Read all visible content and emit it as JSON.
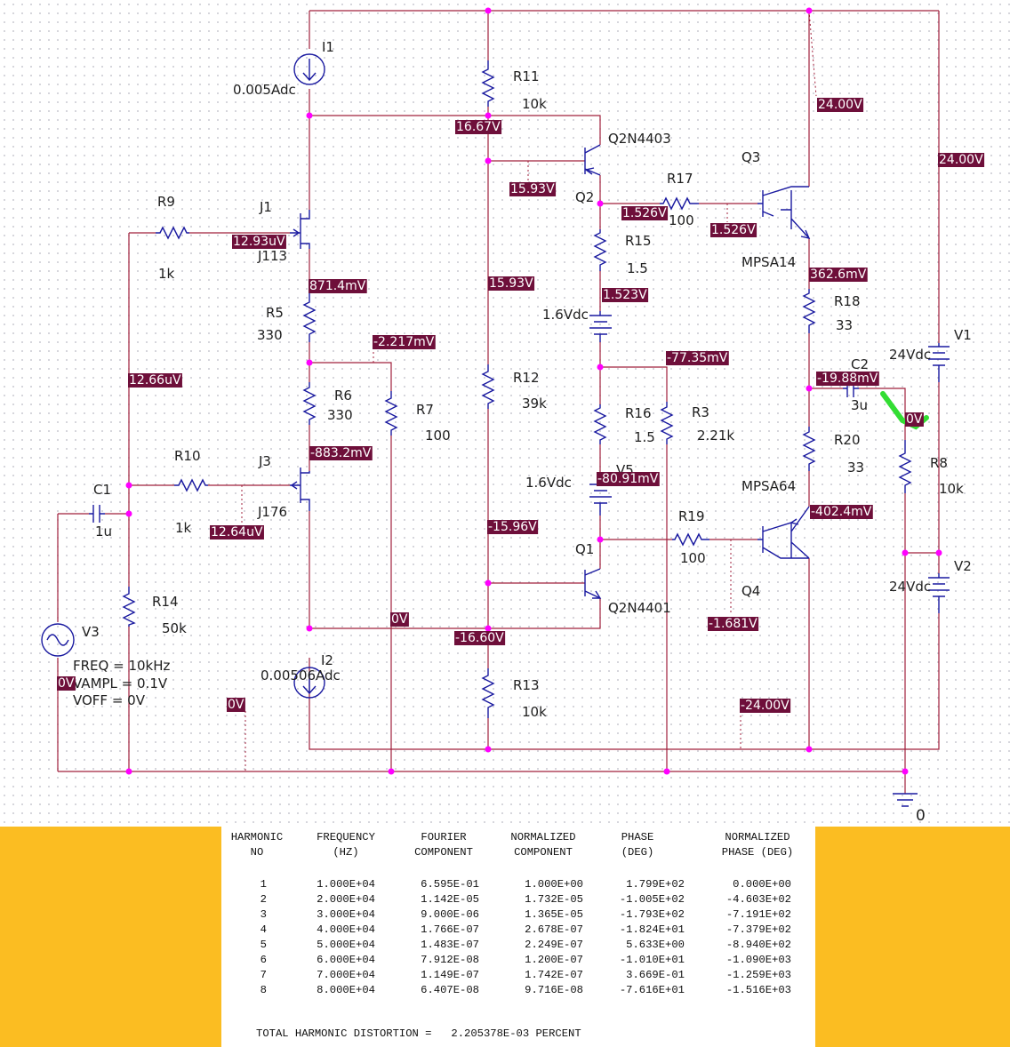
{
  "schematic": {
    "components": {
      "I1": {
        "name": "I1",
        "value": "0.005Adc"
      },
      "I2": {
        "name": "I2",
        "value": "0.00506Adc"
      },
      "R11": {
        "name": "R11",
        "value": "10k"
      },
      "R12": {
        "name": "R12",
        "value": "39k"
      },
      "R13": {
        "name": "R13",
        "value": "10k"
      },
      "R9": {
        "name": "R9",
        "value": "1k"
      },
      "R10": {
        "name": "R10",
        "value": "1k"
      },
      "R5": {
        "name": "R5",
        "value": "330"
      },
      "R6": {
        "name": "R6",
        "value": "330"
      },
      "R7": {
        "name": "R7",
        "value": "100"
      },
      "R14": {
        "name": "R14",
        "value": "50k"
      },
      "R15": {
        "name": "R15",
        "value": "1.5"
      },
      "R16": {
        "name": "R16",
        "value": "1.5"
      },
      "R3": {
        "name": "R3",
        "value": "2.21k"
      },
      "R17": {
        "name": "R17",
        "value": "100"
      },
      "R19": {
        "name": "R19",
        "value": "100"
      },
      "R18": {
        "name": "R18",
        "value": "33"
      },
      "R20": {
        "name": "R20",
        "value": "33"
      },
      "R8": {
        "name": "R8",
        "value": "10k"
      },
      "C1": {
        "name": "C1",
        "value": "1u"
      },
      "C2": {
        "name": "C2",
        "value": "3u"
      },
      "J1": {
        "name": "J1",
        "model": "J113"
      },
      "J3": {
        "name": "J3",
        "model": "J176"
      },
      "Q1": {
        "name": "Q1",
        "model": "Q2N4401"
      },
      "Q2": {
        "name": "Q2",
        "model": "Q2N4403"
      },
      "Q3": {
        "name": "Q3",
        "model": "MPSA14"
      },
      "Q4": {
        "name": "Q4",
        "model": "MPSA64"
      },
      "V1": {
        "name": "V1",
        "value": "24Vdc"
      },
      "V2": {
        "name": "V2",
        "value": "24Vdc"
      },
      "V4": {
        "value": "1.6Vdc"
      },
      "V5": {
        "name": "V5",
        "value": "1.6Vdc"
      },
      "V3": {
        "name": "V3",
        "freq": "FREQ = 10kHz",
        "vampl": "VAMPL = 0.1V",
        "voff": "VOFF = 0V"
      },
      "ground": {
        "name": "0"
      }
    },
    "voltage_labels": {
      "r11_bottom": "16.67V",
      "q3_collector": "24.00V",
      "v1_top": "24.00V",
      "q2_base": "15.93V",
      "q2_emitter": "1.526V",
      "q3_base": "1.526V",
      "j1_gate": "12.93uV",
      "j1_source": "871.4mV",
      "r12_top": "15.93V",
      "v4_plus": "1.523V",
      "q3_emitter": "362.6mV",
      "r5_bottom": "-2.217mV",
      "bias_mid": "-77.35mV",
      "c2_left": "-19.88mV",
      "input_node": "12.66uV",
      "output_node": "0V",
      "j3_source": "-883.2mV",
      "v5_minus": "-80.91mV",
      "j3_gate": "12.64uV",
      "q4_emitter": "-402.4mV",
      "r12_bottom": "-15.96V",
      "q4_base": "-1.681V",
      "r7_bottom": "0V",
      "q1_collector": "-16.60V",
      "v3_node": "0V",
      "ground_left": "0V",
      "neg_rail": "-24.00V"
    }
  },
  "fourier": {
    "headers": {
      "harmonic": "HARMONIC\nNO",
      "frequency": "FREQUENCY\n(HZ)",
      "fourier": "FOURIER\nCOMPONENT",
      "normalized": "NORMALIZED\nCOMPONENT",
      "phase": "PHASE\n(DEG)",
      "norm_phase": "NORMALIZED\nPHASE (DEG)"
    },
    "rows": [
      {
        "no": "1",
        "freq": "1.000E+04",
        "fourier": "6.595E-01",
        "norm": "1.000E+00",
        "phase": "1.799E+02",
        "norm_phase": "0.000E+00"
      },
      {
        "no": "2",
        "freq": "2.000E+04",
        "fourier": "1.142E-05",
        "norm": "1.732E-05",
        "phase": "-1.005E+02",
        "norm_phase": "-4.603E+02"
      },
      {
        "no": "3",
        "freq": "3.000E+04",
        "fourier": "9.000E-06",
        "norm": "1.365E-05",
        "phase": "-1.793E+02",
        "norm_phase": "-7.191E+02"
      },
      {
        "no": "4",
        "freq": "4.000E+04",
        "fourier": "1.766E-07",
        "norm": "2.678E-07",
        "phase": "-1.824E+01",
        "norm_phase": "-7.379E+02"
      },
      {
        "no": "5",
        "freq": "5.000E+04",
        "fourier": "1.483E-07",
        "norm": "2.249E-07",
        "phase": "5.633E+00",
        "norm_phase": "-8.940E+02"
      },
      {
        "no": "6",
        "freq": "6.000E+04",
        "fourier": "7.912E-08",
        "norm": "1.200E-07",
        "phase": "-1.010E+01",
        "norm_phase": "-1.090E+03"
      },
      {
        "no": "7",
        "freq": "7.000E+04",
        "fourier": "1.149E-07",
        "norm": "1.742E-07",
        "phase": "3.669E-01",
        "norm_phase": "-1.259E+03"
      },
      {
        "no": "8",
        "freq": "8.000E+04",
        "fourier": "6.407E-08",
        "norm": "9.716E-08",
        "phase": "-7.616E+01",
        "norm_phase": "-1.516E+03"
      }
    ],
    "thd": "TOTAL HARMONIC DISTORTION =   2.205378E-03 PERCENT"
  },
  "colors": {
    "wire": "#a0203c",
    "component": "#1a1aa0",
    "junction": "#ff00ff",
    "voltage_label_bg": "#6e0f3a",
    "panel_background": "#fbbd22",
    "cursor_highlight": "#33dd33"
  }
}
